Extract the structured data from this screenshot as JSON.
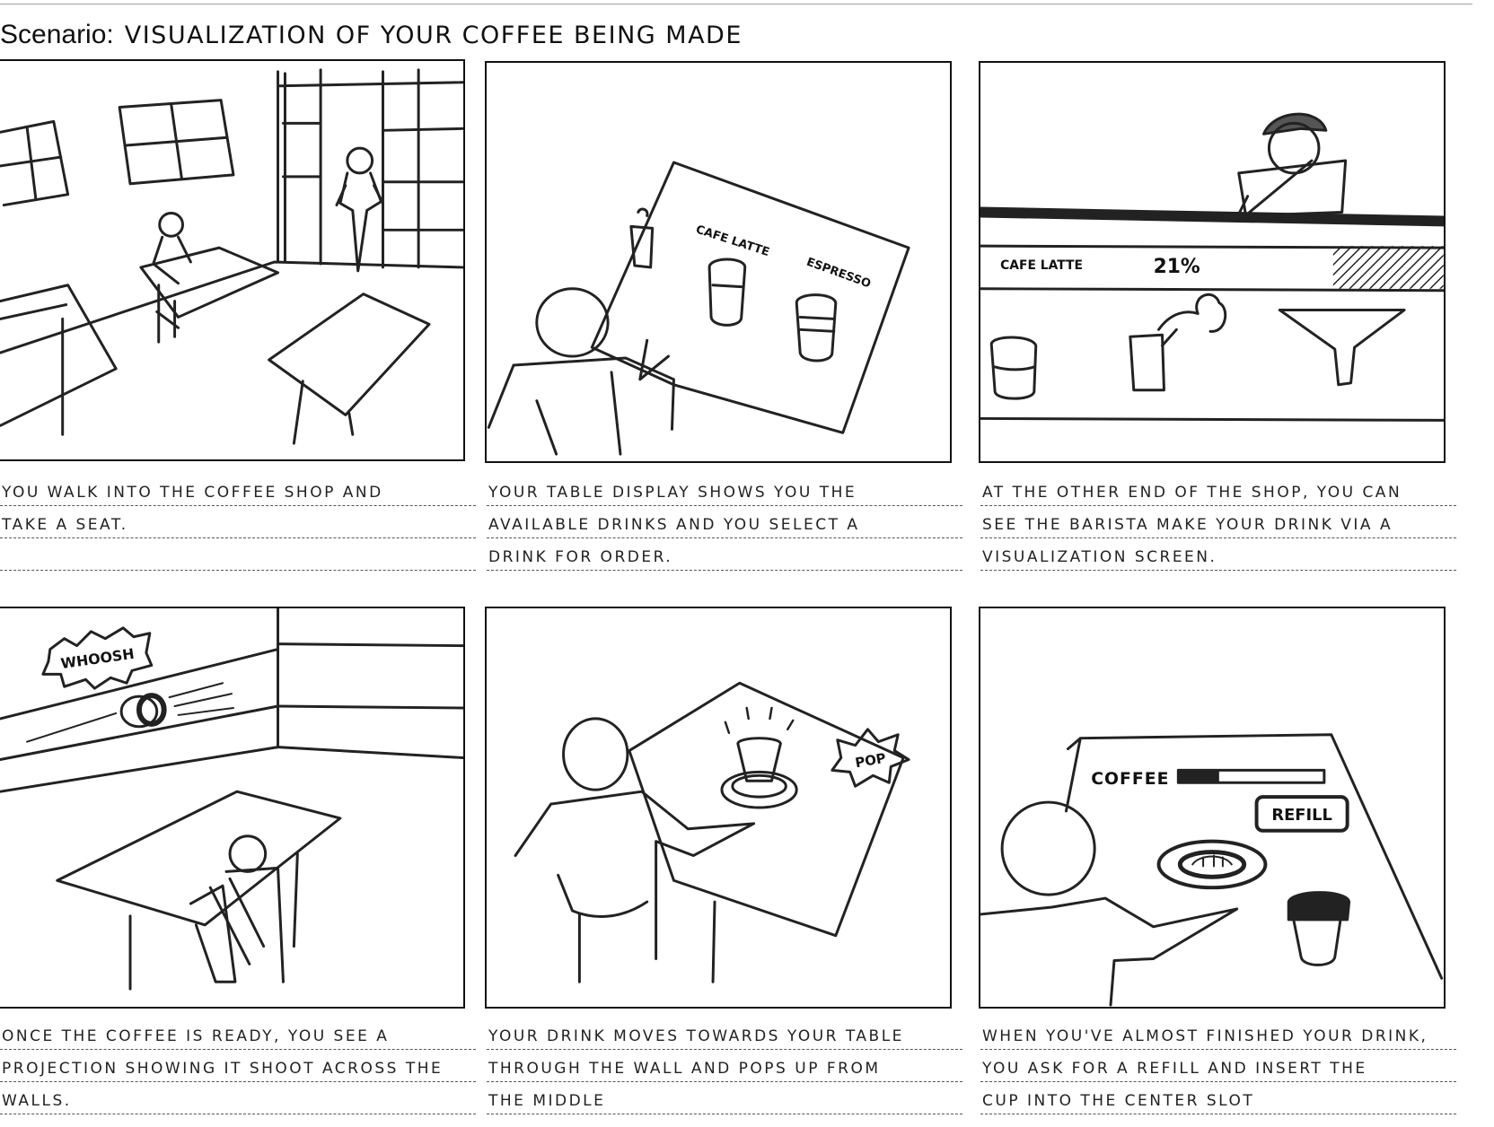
{
  "scenario": {
    "label": "Scenario:",
    "title": "VISUALIZATION OF YOUR COFFEE BEING MADE"
  },
  "panels": [
    {
      "caption": [
        "YOU WALK INTO THE COFFEE SHOP AND",
        "TAKE A SEAT.",
        ""
      ]
    },
    {
      "caption": [
        "YOUR TABLE DISPLAY SHOWS YOU THE",
        "AVAILABLE DRINKS AND YOU SELECT A",
        "DRINK FOR ORDER."
      ],
      "labels": {
        "cafe_latte": "CAFE LATTE",
        "espresso": "ESPRESSO"
      }
    },
    {
      "caption": [
        "AT THE OTHER END OF THE SHOP, YOU CAN",
        "SEE THE BARISTA MAKE YOUR DRINK VIA A",
        "VISUALIZATION SCREEN."
      ],
      "labels": {
        "cafe_latte": "CAFE LATTE",
        "progress": "21%"
      },
      "progress_fraction": 0.21
    },
    {
      "caption": [
        "ONCE THE COFFEE IS READY, YOU SEE A",
        "PROJECTION SHOWING IT SHOOT ACROSS THE",
        "WALLS."
      ],
      "labels": {
        "sound": "WHOOSH"
      }
    },
    {
      "caption": [
        "YOUR DRINK MOVES TOWARDS YOUR TABLE",
        "THROUGH THE WALL AND POPS UP FROM",
        "THE MIDDLE"
      ],
      "labels": {
        "sound": "POP"
      }
    },
    {
      "caption": [
        "WHEN YOU'VE ALMOST FINISHED YOUR DRINK,",
        "YOU ASK FOR A REFILL AND INSERT THE",
        "CUP INTO THE CENTER SLOT"
      ],
      "labels": {
        "coffee": "COFFEE",
        "refill": "REFILL"
      },
      "coffee_level": 0.28
    }
  ]
}
